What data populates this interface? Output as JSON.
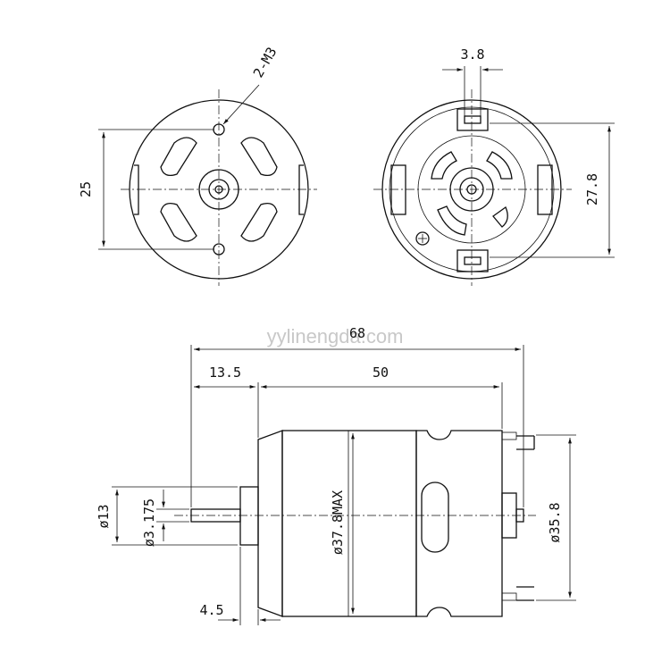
{
  "watermark": "yylinengda.com",
  "dimensions": {
    "front_hole": "2-M3",
    "front_height": "25",
    "rear_terminal_width": "3.8",
    "rear_height": "27.8",
    "overall_length": "68",
    "shaft_length": "13.5",
    "body_length": "50",
    "boss_diameter": "ø13",
    "shaft_diameter": "ø3.175",
    "boss_length": "4.5",
    "body_diameter": "ø37.8MAX",
    "end_diameter": "ø35.8"
  }
}
